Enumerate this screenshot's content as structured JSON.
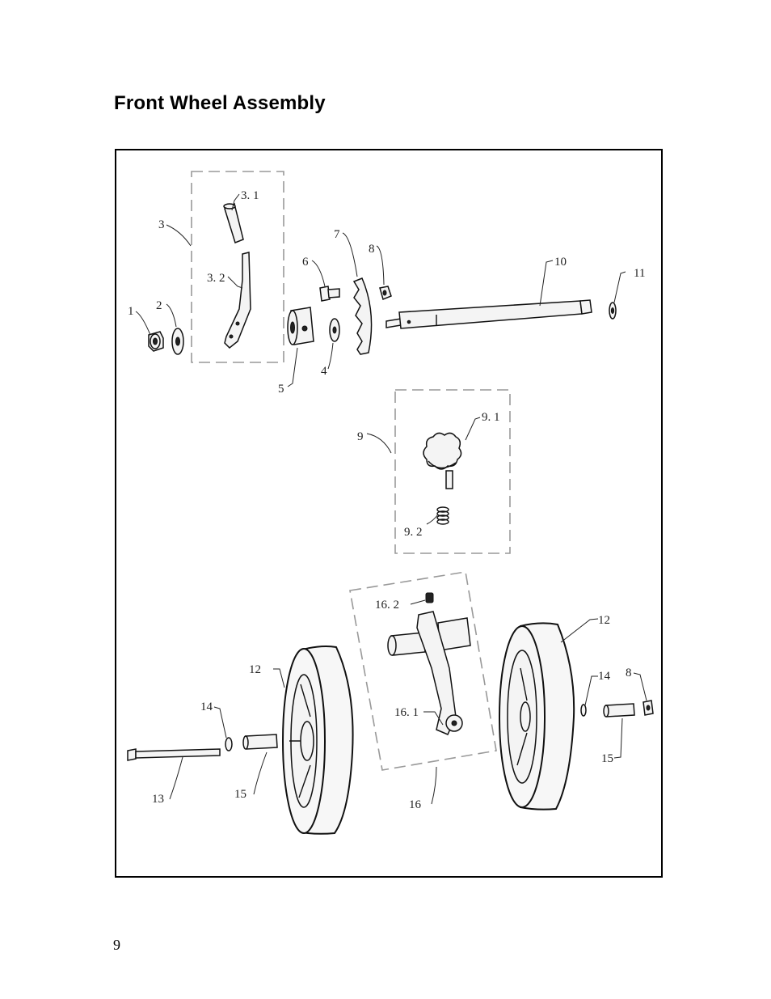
{
  "page": {
    "title": "Front Wheel Assembly",
    "page_number": "9"
  },
  "diagram": {
    "callouts": {
      "p1": "1",
      "p2": "2",
      "p3": "3",
      "p3_1": "3. 1",
      "p3_2": "3. 2",
      "p4": "4",
      "p5": "5",
      "p6": "6",
      "p7": "7",
      "p8_top": "8",
      "p9": "9",
      "p9_1": "9. 1",
      "p9_2": "9. 2",
      "p10": "10",
      "p11": "11",
      "p12_left": "12",
      "p12_right": "12",
      "p13": "13",
      "p14_left": "14",
      "p14_right": "14",
      "p8_right": "8",
      "p15_left": "15",
      "p15_right": "15",
      "p16": "16",
      "p16_1": "16. 1",
      "p16_2": "16. 2"
    }
  }
}
